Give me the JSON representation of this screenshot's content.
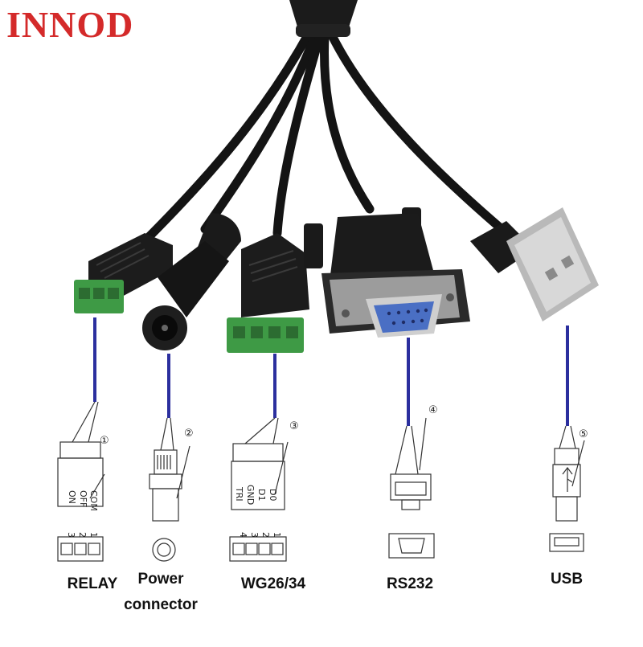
{
  "brand": {
    "text": "INNOD",
    "color": "#d42a2a"
  },
  "colors": {
    "lead_line": "#2b2f9e",
    "cable": "#141414",
    "terminal": "#3e9a45",
    "db9_port": "#4a6fc4"
  },
  "connectors": [
    {
      "label": "RELAY",
      "number": "①",
      "pins": [
        "COM",
        "OFF",
        "ON"
      ],
      "pin_numbers": [
        "1",
        "2",
        "3"
      ]
    },
    {
      "label_line1": "Power",
      "label_line2": "connector",
      "number": "②"
    },
    {
      "label": "WG26/34",
      "number": "③",
      "pins": [
        "D0",
        "D1",
        "GND",
        "TRI"
      ],
      "pin_numbers": [
        "1",
        "2",
        "3",
        "4"
      ]
    },
    {
      "label": "RS232",
      "number": "④"
    },
    {
      "label": "USB",
      "number": "⑤"
    }
  ]
}
